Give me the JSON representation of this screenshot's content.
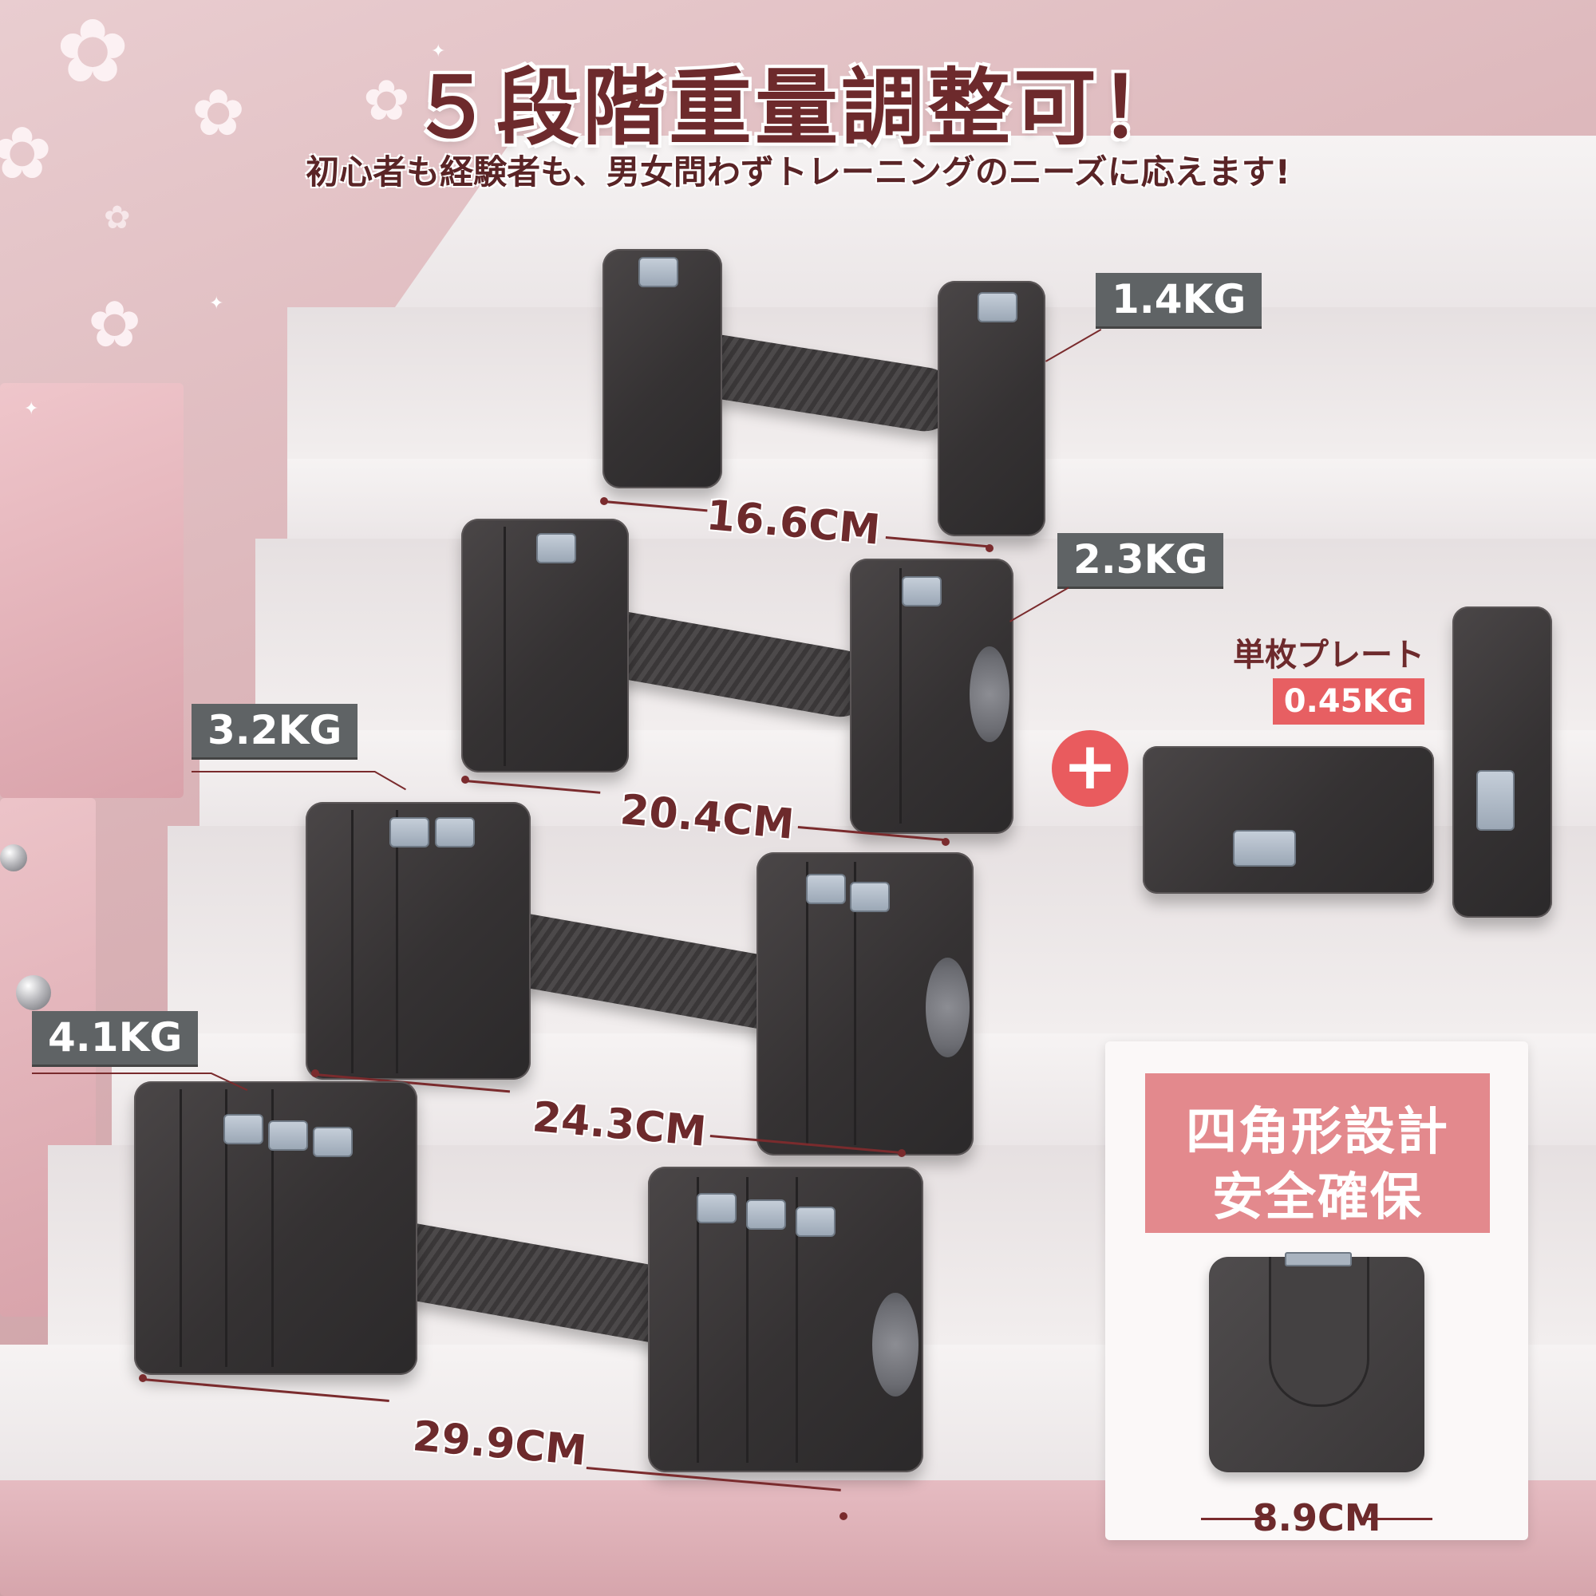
{
  "title": "５段階重量調整可！",
  "subtitle": "初心者も経験者も、男女問わずトレーニングのニーズに応えます!",
  "dumbbells": [
    {
      "weight": "1.4KG",
      "length": "16.6CM"
    },
    {
      "weight": "2.3KG",
      "length": "20.4CM"
    },
    {
      "weight": "3.2KG",
      "length": "24.3CM"
    },
    {
      "weight": "4.1KG",
      "length": "29.9CM"
    }
  ],
  "single_plate": {
    "label": "単枚プレート",
    "weight": "0.45KG",
    "plus": "+"
  },
  "feature_card": {
    "line1": "四角形設計",
    "line2": "安全確保",
    "width": "8.9CM"
  },
  "colors": {
    "accent": "#e75f62",
    "text": "#6d2a2c",
    "label_bg": "#5f6365",
    "card_head": "#e3898d"
  }
}
